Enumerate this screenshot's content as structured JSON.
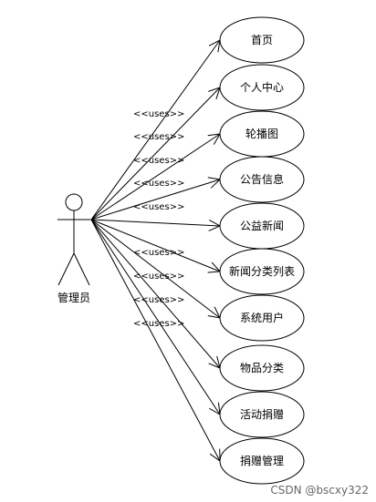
{
  "actor": {
    "label": "管理员"
  },
  "relationship_label": "<<uses>>",
  "use_cases": [
    {
      "id": "uc-home",
      "label": "首页"
    },
    {
      "id": "uc-personal-center",
      "label": "个人中心"
    },
    {
      "id": "uc-carousel",
      "label": "轮播图"
    },
    {
      "id": "uc-announcement",
      "label": "公告信息"
    },
    {
      "id": "uc-charity-news",
      "label": "公益新闻"
    },
    {
      "id": "uc-news-category",
      "label": "新闻分类列表"
    },
    {
      "id": "uc-system-user",
      "label": "系统用户"
    },
    {
      "id": "uc-item-category",
      "label": "物品分类"
    },
    {
      "id": "uc-event-donation",
      "label": "活动捐赠"
    },
    {
      "id": "uc-donation-management",
      "label": "捐赠管理"
    }
  ],
  "watermark": "CSDN @bscxy322",
  "colors": {
    "stroke": "#000000",
    "background": "#ffffff",
    "watermark": "#666666"
  }
}
